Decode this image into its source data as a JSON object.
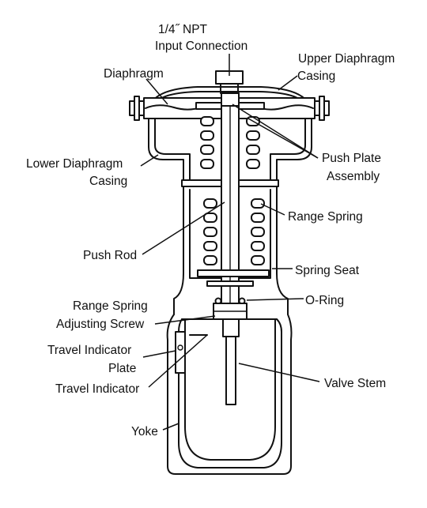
{
  "labels": {
    "input_connection_1": "1/4˝ NPT",
    "input_connection_2": "Input Connection",
    "upper_casing_1": "Upper Diaphragm",
    "upper_casing_2": "Casing",
    "diaphragm": "Diaphragm",
    "push_plate_1": "Push Plate",
    "push_plate_2": "Assembly",
    "lower_casing_1": "Lower Diaphragm",
    "lower_casing_2": "Casing",
    "range_spring": "Range Spring",
    "push_rod": "Push Rod",
    "spring_seat": "Spring Seat",
    "o_ring": "O-Ring",
    "adj_screw_1": "Range Spring",
    "adj_screw_2": "Adjusting Screw",
    "travel_plate_1": "Travel Indicator",
    "travel_plate_2": "Plate",
    "travel_indicator": "Travel Indicator",
    "valve_stem": "Valve Stem",
    "yoke": "Yoke"
  }
}
